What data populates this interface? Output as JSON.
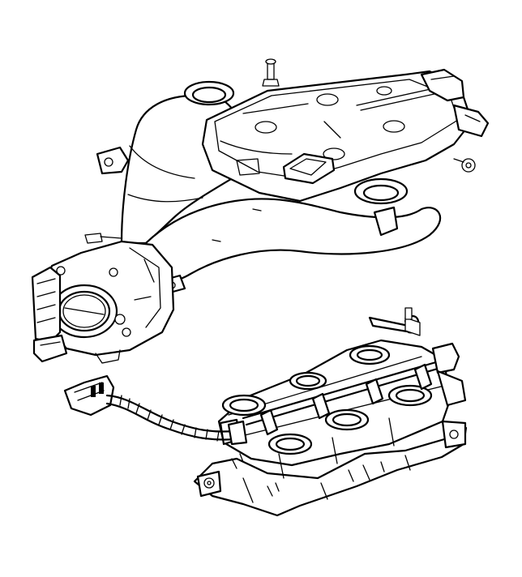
{
  "figure": {
    "kind": "technical line illustration",
    "colors": {
      "line": "#000000",
      "background": "#ffffff"
    },
    "parts": [
      {
        "id": "upper-intake-manifold"
      },
      {
        "id": "throttle-body"
      },
      {
        "id": "lower-intake-manifold"
      },
      {
        "id": "wiring-harness"
      },
      {
        "id": "fuel-rail-fitting"
      }
    ]
  }
}
